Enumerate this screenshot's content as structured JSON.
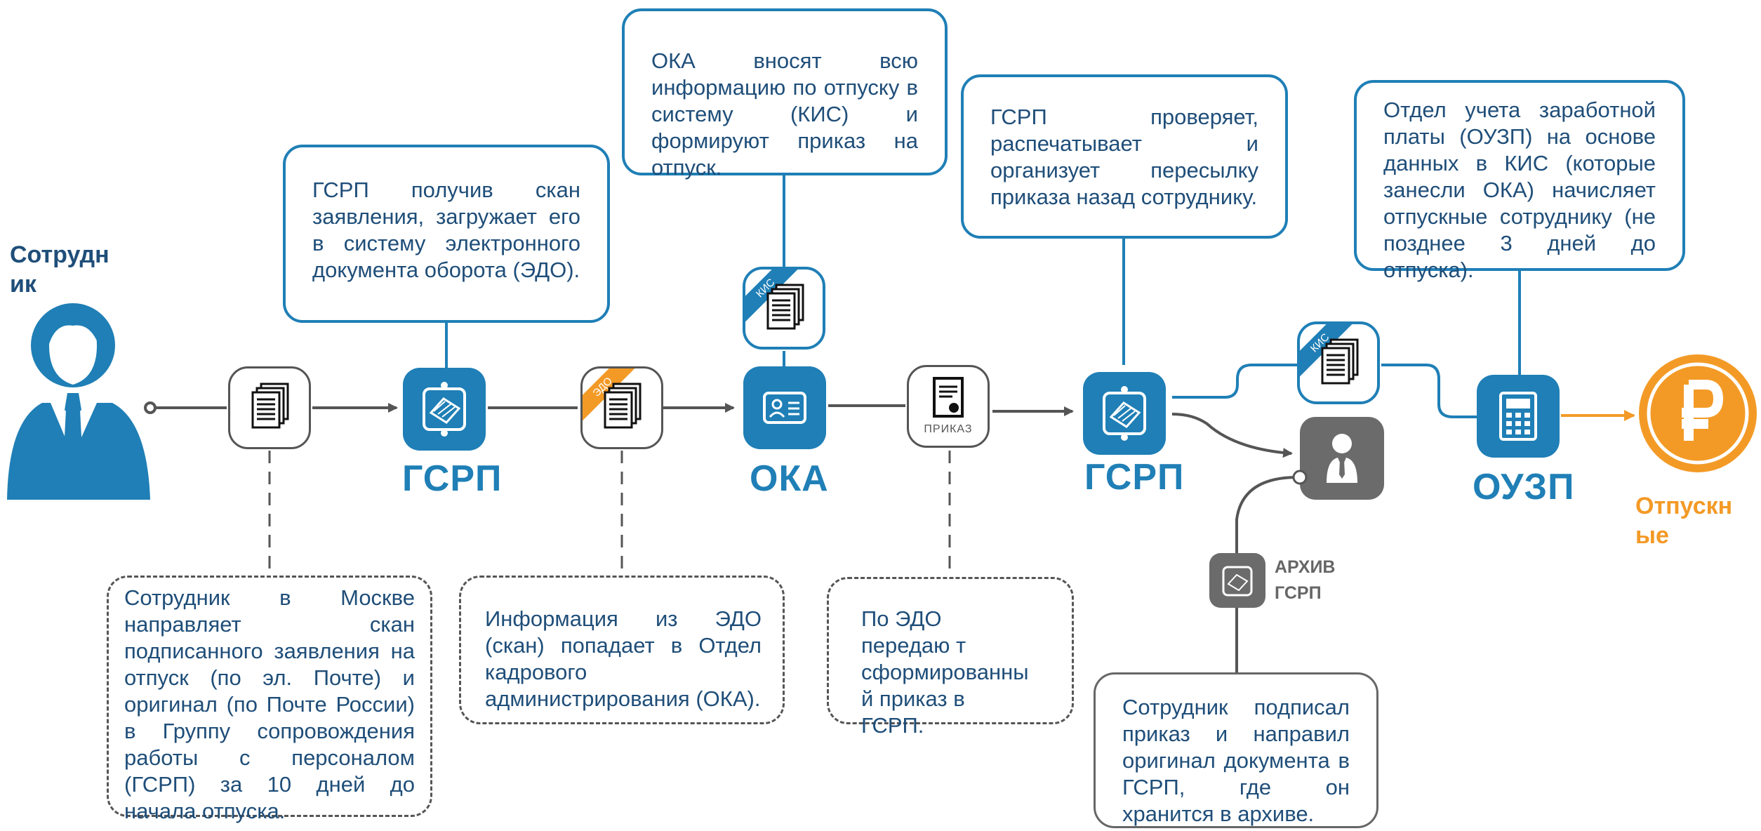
{
  "actors": {
    "employee": "Сотрудн ик",
    "gsrp_1": "ГСРП",
    "oka": "ОКА",
    "gsrp_2": "ГСРП",
    "ouzp": "ОУЗП",
    "vacation_pay": "Отпускн ые",
    "archive": "АРХИВ ГСРП"
  },
  "callouts": {
    "gsrp_receives": "ГСРП получив скан заявления, загружает его в систему электронного документа оборота (ЭДО).",
    "oka_enters": "ОКА вносят всю информацию по отпуску в систему (КИС) и формируют приказ на отпуск.",
    "gsrp_checks": "ГСРП проверяет, распечатывает и организует пересылку приказа назад сотруднику.",
    "ouzp_calculates": "Отдел учета заработной платы (ОУЗП) на основе данных в КИС (которые занесли ОКА) начисляет отпускные сотруднику (не позднее 3 дней до отпуска)."
  },
  "notes": {
    "employee_sends": "Сотрудник в Москве направляет скан подписанного заявления на отпуск (по эл. Почте) и оригинал (по Почте России) в Группу сопровождения работы с персоналом (ГСРП) за 10 дней до начала отпуска.",
    "edo_to_oka": "Информация из ЭДО (скан) попадает в Отдел кадрового администрирования (ОКА).",
    "edo_transfer": "По ЭДО передаю т сформированны й приказ в ГСРП.",
    "employee_signed": "Сотрудник подписал приказ и направил оригинал документа в ГСРП, где он хранится в архиве."
  },
  "badges": {
    "edo": "ЭДО",
    "kis_1": "КИС",
    "kis_2": "КИС",
    "order": "ПРИКАЗ"
  },
  "colors": {
    "blue": "#1f7fb6",
    "navy": "#1f4e79",
    "orange": "#f39a26",
    "gray": "#6b6b6b",
    "line": "#555555"
  },
  "icons": {
    "employee": "businessman-icon",
    "documents": "document-stack-icon",
    "scanner": "scanner-tablet-icon",
    "id_card": "id-card-icon",
    "certificate": "certificate-icon",
    "calculator": "calculator-icon",
    "ruble": "ruble-coin-icon"
  }
}
